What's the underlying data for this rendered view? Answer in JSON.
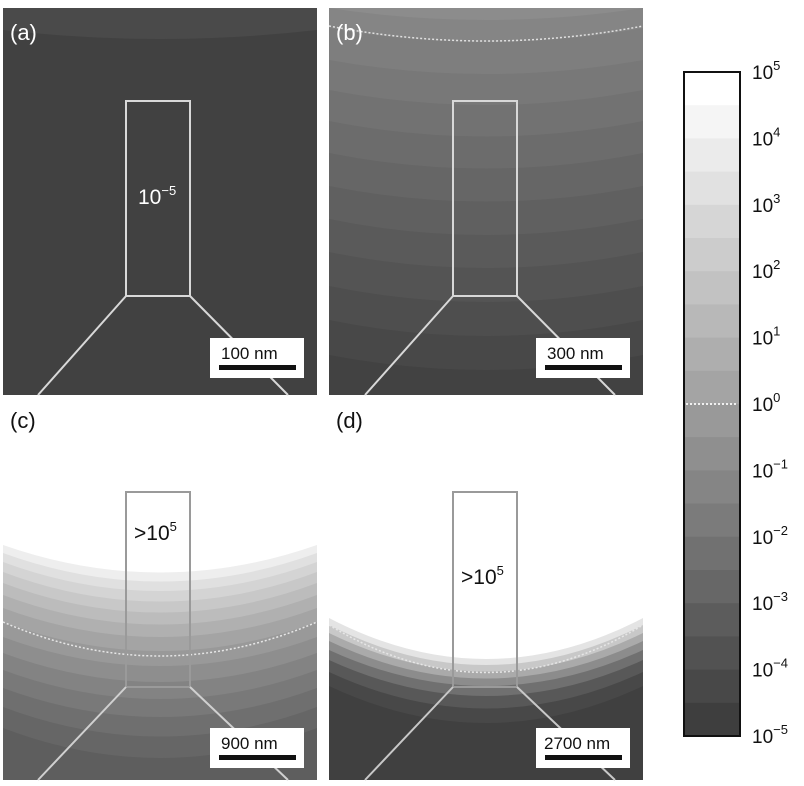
{
  "panels": [
    {
      "label": "(a)",
      "scale_bar": "100 nm",
      "region_label": "10",
      "region_exp": "−5"
    },
    {
      "label": "(b)",
      "scale_bar": "300 nm"
    },
    {
      "label": "(c)",
      "scale_bar": "900 nm",
      "region_label": ">10",
      "region_exp": "5"
    },
    {
      "label": "(d)",
      "scale_bar": "2700 nm",
      "region_label": ">10",
      "region_exp": "5"
    }
  ],
  "colorbar": {
    "base": "10",
    "exponents": [
      "5",
      "4",
      "3",
      "2",
      "1",
      "0",
      "−1",
      "−2",
      "−3",
      "−4",
      "−5"
    ],
    "levels": 20,
    "dotted_level_exponent": "0"
  }
}
